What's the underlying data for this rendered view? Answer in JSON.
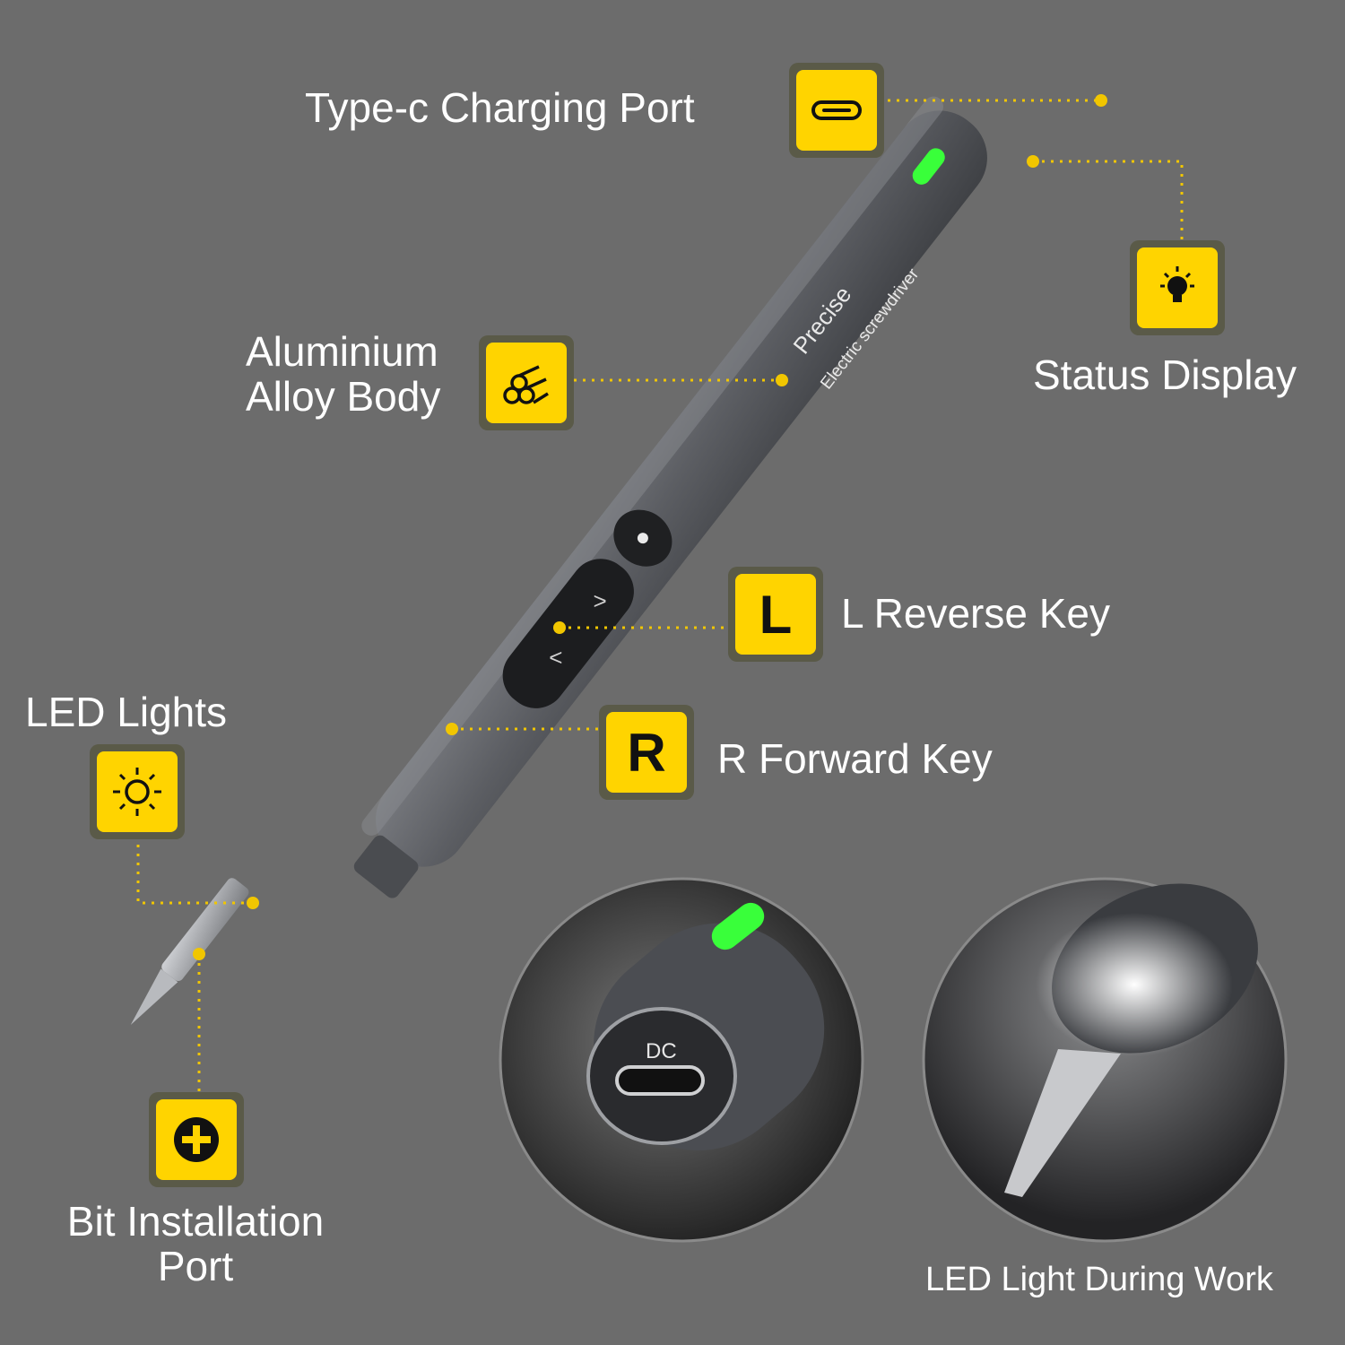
{
  "colors": {
    "background": "#6c6c6c",
    "badge": "#ffd400",
    "badge_frame": "#5a5a48",
    "body": "#5f6166",
    "status_led": "#39ff3a"
  },
  "callouts": {
    "type_c": {
      "label": "Type-c Charging Port",
      "icon": "usb-c-port-icon"
    },
    "status": {
      "label": "Status Display",
      "icon": "lightbulb-icon"
    },
    "alloy": {
      "label_line1": "Aluminium",
      "label_line2": "Alloy Body",
      "icon": "alloy-bars-icon"
    },
    "l_key": {
      "label": "L Reverse Key",
      "badge_letter": "L"
    },
    "r_key": {
      "label": "R Forward Key",
      "badge_letter": "R"
    },
    "led": {
      "label": "LED Lights",
      "icon": "sun-icon"
    },
    "bit": {
      "label_line1": "Bit Installation",
      "label_line2": "Port",
      "icon": "phillips-plus-icon"
    }
  },
  "product_print": {
    "brand": "Precise",
    "subtitle": "Electric screwdriver"
  },
  "insets": {
    "charging_port_text": "DC",
    "led_work_caption": "LED Light During Work"
  }
}
